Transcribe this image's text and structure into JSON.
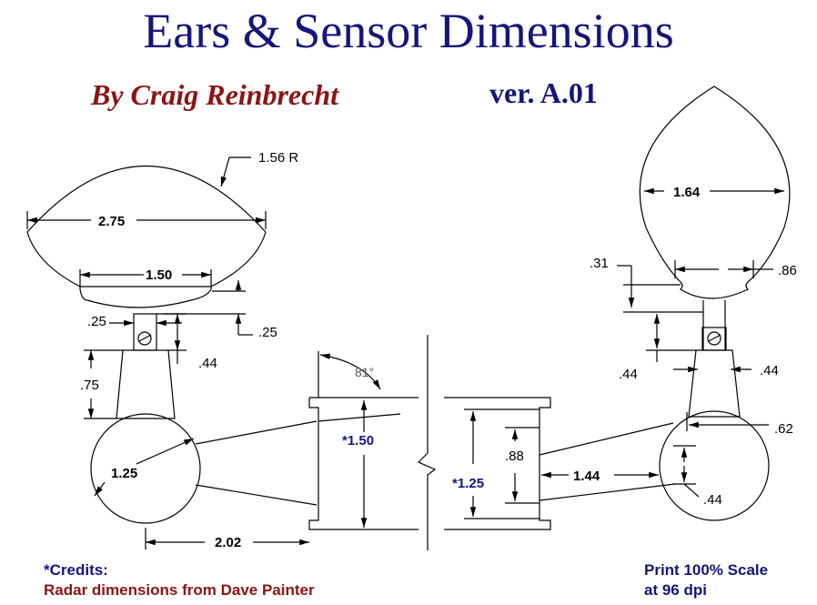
{
  "header": {
    "title": "Ears & Sensor Dimensions",
    "author": "By Craig Reinbrecht",
    "version": "ver. A.01"
  },
  "dimensions": {
    "left_ear_radius": "1.56 R",
    "left_ear_width": "2.75",
    "left_ear_base_width": "1.50",
    "left_stem_width": ".25",
    "left_stem_height": ".25",
    "left_stem_length": ".44",
    "left_neck_height": ".75",
    "left_ball": "1.25",
    "left_offset": "2.02",
    "angle": "81°",
    "radar_height_outer": "*1.50",
    "radar_height_inner": "*1.25",
    "radar_gap": ".88",
    "right_offset": "1.44",
    "right_ear_width": "1.64",
    "right_ear_neck_gap": ".31",
    "right_ear_neck_width": ".86",
    "right_stem_length": ".44",
    "right_stem_width": ".44",
    "right_ball_offset": ".62",
    "right_ball_gap": ".44"
  },
  "footer": {
    "credits_heading": "*Credits:",
    "credits_text": "Radar dimensions from Dave Painter",
    "print_line1": "Print 100% Scale",
    "print_line2": "at 96 dpi"
  }
}
